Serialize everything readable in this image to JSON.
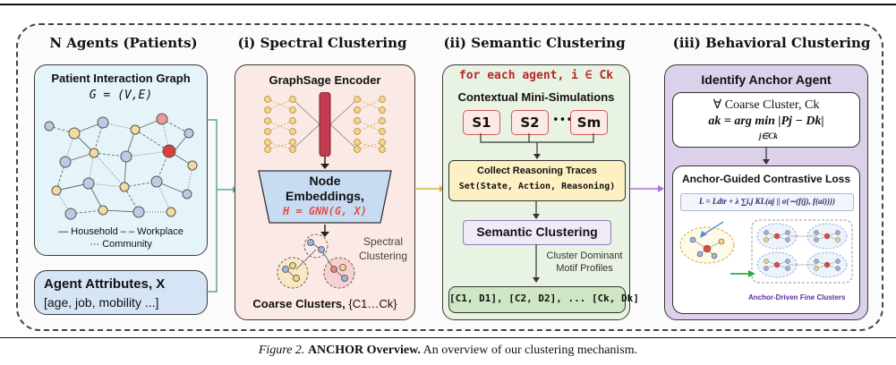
{
  "col1": {
    "title": "N Agents (Patients)",
    "graph_title": "Patient Interaction Graph",
    "graph_formula": "G = (V,E)",
    "legend_line1": "— Household  – – Workplace",
    "legend_line2": "··· Community",
    "attr_title": "Agent Attributes, X",
    "attr_values": "[age, job, mobility ...]"
  },
  "col2": {
    "title": "(i) Spectral Clustering",
    "encoder": "GraphSage Encoder",
    "embed_line1": "Node",
    "embed_line2": "Embeddings,",
    "embed_formula": "H = GNN(G, X)",
    "spectral_line1": "Spectral",
    "spectral_line2": "Clustering",
    "coarse_label": "Coarse Clusters,",
    "coarse_set": "{C1…Ck}"
  },
  "col3": {
    "title": "(ii) Semantic Clustering",
    "for_each": "for each agent, i ∈ Ck",
    "mini_sims": "Contextual Mini-Simulations",
    "s1": "S1",
    "s2": "S2",
    "dots": "•••",
    "sm": "Sm",
    "collect_line1": "Collect Reasoning Traces",
    "collect_line2": "Set(State, Action, Reasoning)",
    "semantic": "Semantic Clustering",
    "dominant_line1": "Cluster Dominant",
    "dominant_line2": "Motif Profiles",
    "result": "[C1, D1], [C2, D2], ... [Ck, Dk]"
  },
  "col4": {
    "title": "(iii) Behavioral Clustering",
    "identify": "Identify Anchor Agent",
    "forall": "∀ Coarse Cluster,  Ck",
    "anchor_eq": "ak = arg min |Pj − Dk|",
    "anchor_sub": "j∈Ck",
    "loss_title": "Anchor-Guided Contrastive Loss",
    "loss_formula": "L = Ldtr + λ ∑i,j KL(aj || σ(∼(f(j), f(ai))))",
    "fine_label": "Anchor-Driven Fine Clusters"
  },
  "caption": {
    "figure": "Figure 2.",
    "bold": "ANCHOR Overview.",
    "rest": "An overview of our clustering mechanism."
  },
  "colors": {
    "col1_bg": "#e5f4f8",
    "col2_bg": "#fbe9e5",
    "col3_bg": "#e9f3e3",
    "col4_bg": "#ddd0ea",
    "accent_red": "#c0392b",
    "arrow_teal": "#5aa89a",
    "arrow_gold": "#d6b33c",
    "arrow_purple": "#a874d6"
  }
}
